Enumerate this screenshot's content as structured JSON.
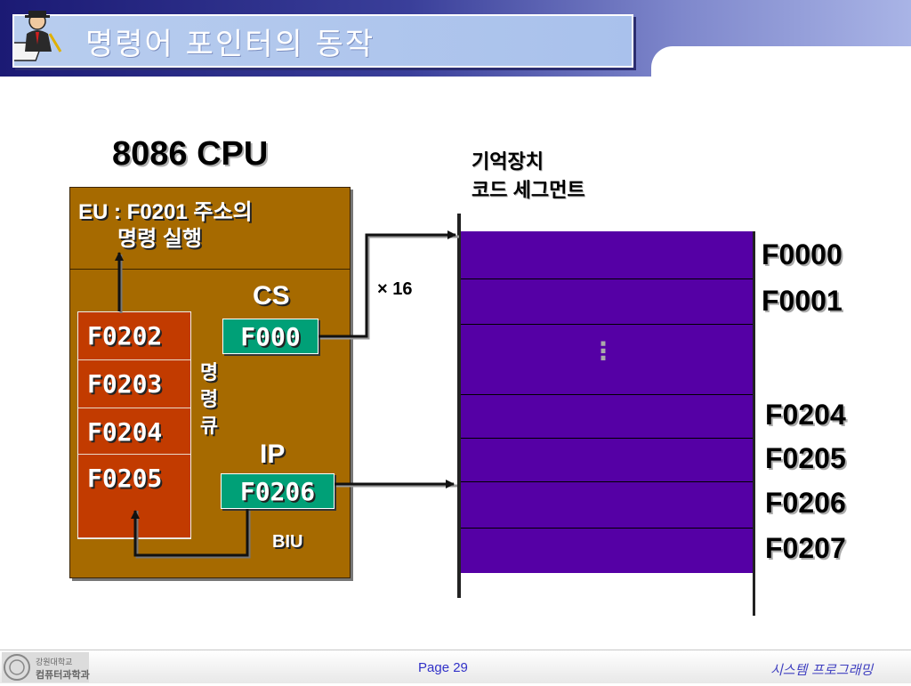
{
  "header": {
    "title": "명령어 포인터의 동작"
  },
  "cpu": {
    "title": "8086 CPU",
    "eu_line1": "EU : F0201 주소의",
    "eu_line2": "명령 실행",
    "queue": [
      "F0202",
      "F0203",
      "F0204",
      "F0205"
    ],
    "queue_label": [
      "명",
      "령",
      "큐"
    ],
    "cs_label": "CS",
    "cs_value": "F000",
    "ip_label": "IP",
    "ip_value": "F0206",
    "biu_label": "BIU"
  },
  "memory": {
    "title_line1": "기억장치",
    "title_line2": "코드 세그먼트",
    "multiplier": "× 16",
    "addresses": [
      "F0000",
      "F0001",
      "F0204",
      "F0205",
      "F0206",
      "F0207"
    ],
    "ellipsis": "⋮"
  },
  "footer": {
    "page": "Page 29",
    "course": "시스템 프로그래밍",
    "school_line1": "강원대학교",
    "school_line2": "컴퓨터과학과"
  },
  "colors": {
    "cpu_fill": "#a66a00",
    "queue_fill": "#c23b00",
    "register_fill": "#00a077",
    "memory_fill": "#5500a5"
  }
}
